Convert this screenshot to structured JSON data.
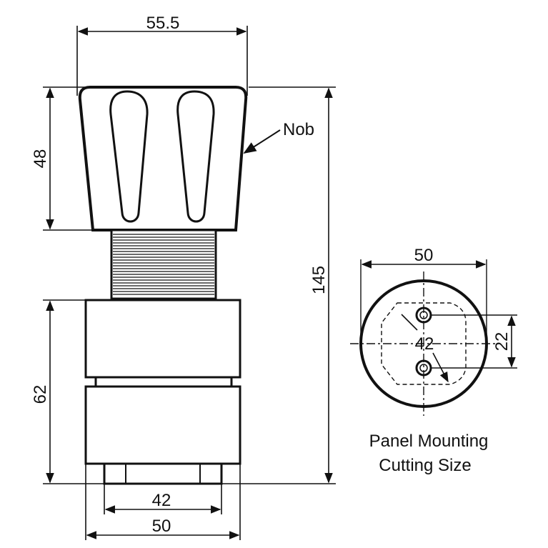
{
  "dimensions": {
    "knob_width": "55.5",
    "knob_height": "48",
    "total_height": "145",
    "body_height": "62",
    "base_inner_width": "42",
    "base_outer_width": "50"
  },
  "labels": {
    "nob": "Nob"
  },
  "panel": {
    "outer_diameter": "50",
    "hole_circle": "42",
    "hole_spacing": "22",
    "caption_line1": "Panel Mounting",
    "caption_line2": "Cutting Size"
  },
  "colors": {
    "ink": "#111111",
    "background": "#ffffff"
  }
}
